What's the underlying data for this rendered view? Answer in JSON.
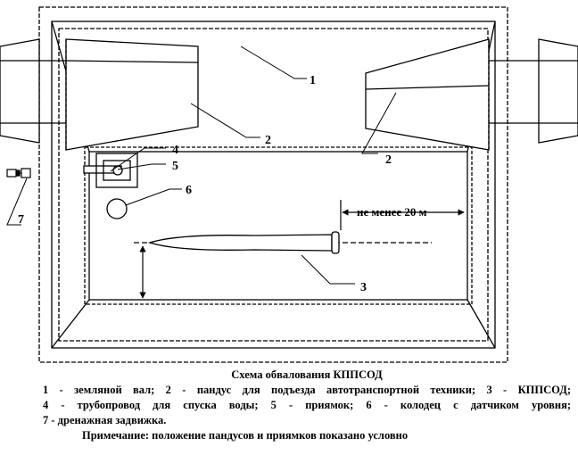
{
  "diagram": {
    "callouts": {
      "c1": "1",
      "c2a": "2",
      "c2b": "2",
      "c3": "3",
      "c4": "4",
      "c5": "5",
      "c6": "6",
      "c7": "7"
    },
    "dimension_label": "не менее 20 м"
  },
  "caption": {
    "title": "Схема обвалования КППСОД",
    "legend_line1": "1 - земляной вал; 2 - пандус для подъезда автотранспортной техники; 3 - КППСОД;",
    "legend_line2": "4 - трубопровод для спуска воды; 5 - приямок; 6 - колодец с датчиком уровня;",
    "legend_line3": "7 - дренажная задвижка.",
    "note": "Примечание: положение пандусов и приямков показано условно"
  }
}
